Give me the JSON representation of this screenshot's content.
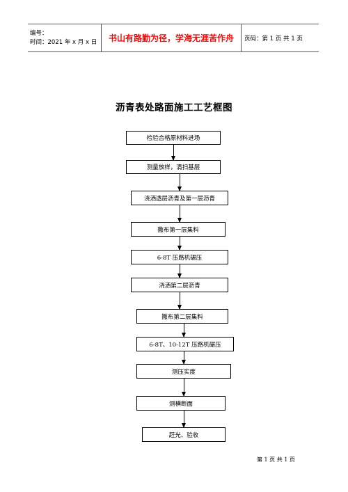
{
  "header": {
    "doc_no": "编号：",
    "time": "时间：2021 年 x 月 x 日",
    "motto": "书山有路勤为径，学海无涯苦作舟",
    "page": "页码：第 1 页  共 1 页"
  },
  "title": "沥青表处路面施工工艺框图",
  "steps": [
    "检验合格原材料进场",
    "测量放样，清扫基层",
    "浇洒透层沥青及第一层沥青",
    "撒布第一层集料",
    "6-8T 压路机碾压",
    "浇洒第二层沥青",
    "撒布第二层集料",
    "6-8T、10-12T 压路机碾压",
    "测压实度",
    "测横断面",
    "赶光、验收"
  ],
  "footer": "第 1 页  共 1 页"
}
